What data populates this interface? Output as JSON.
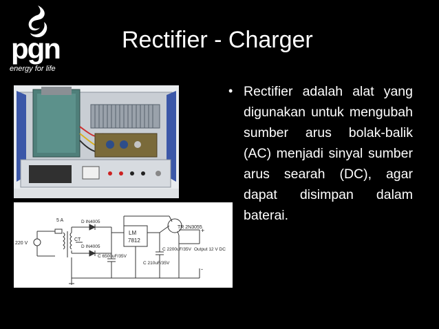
{
  "logo": {
    "wordmark": "pgn",
    "tagline": "energy for life",
    "mark_icon": "pgn-flame-icon"
  },
  "title": "Rectifier - Charger",
  "bullet": {
    "marker": "•",
    "text": "Rectifier adalah alat yang digunakan untuk mengubah sumber arus bolak-balik (AC) menjadi sinyal sumber arus searah (DC), agar dapat disimpan dalam baterai."
  },
  "photo": {
    "subject": "rectifier-charger-device-photo"
  },
  "schematic": {
    "labels": {
      "fuse": "5 A",
      "input": "220 V",
      "ct": "CT",
      "diode1": "D IN4005",
      "diode2": "D IN4005",
      "regulator_line1": "LM",
      "regulator_line2": "7812",
      "transistor": "TR 2N3055",
      "cap1": "C 6500uF/35V",
      "cap2": "C 210uF/35V",
      "cap3": "C 2200uF/35V",
      "output": "Output 12 V DC",
      "plus": "+",
      "minus": "-"
    }
  },
  "colors": {
    "background": "#000000",
    "text": "#ffffff",
    "schematic_bg": "#ffffff"
  }
}
